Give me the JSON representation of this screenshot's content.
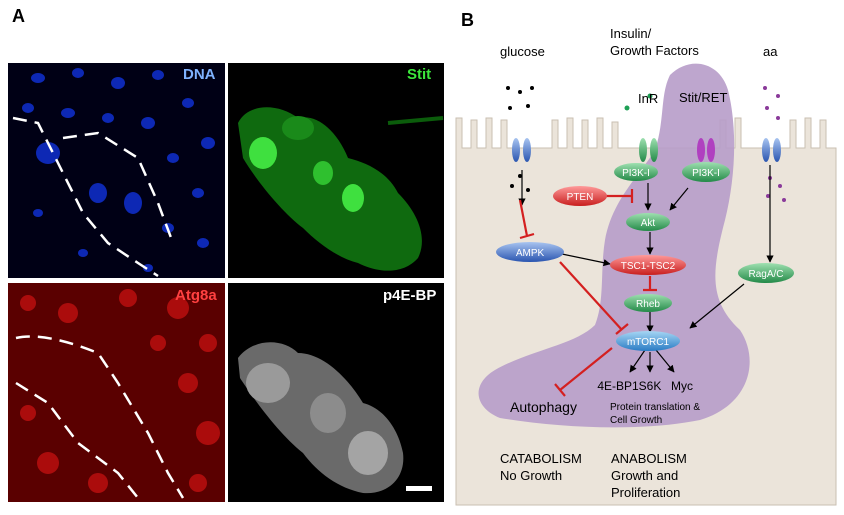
{
  "panels": {
    "a_letter": "A",
    "b_letter": "B"
  },
  "micrographs": [
    {
      "channel": "DNA",
      "label_color": "#7fb2ff"
    },
    {
      "channel": "Stit",
      "label_color": "#3ce63c"
    },
    {
      "channel": "Atg8a",
      "label_color": "#ff4040"
    },
    {
      "channel": "p4E-BP",
      "label_color": "#ffffff"
    }
  ],
  "diagram": {
    "inputs": {
      "glucose": "glucose",
      "insulin_line1": "Insulin/",
      "insulin_line2": "Growth Factors",
      "aa": "aa"
    },
    "receptors": {
      "inr": "InR",
      "stit_ret": "Stit/RET"
    },
    "nodes": {
      "pi3k_left": "PI3K-I",
      "pi3k_right": "PI3K-I",
      "pten": "PTEN",
      "akt": "Akt",
      "ampk": "AMPK",
      "tsc": "TSC1-TSC2",
      "rheb": "Rheb",
      "mtorc1": "mTORC1",
      "raga": "RagA/C",
      "fourebp": "4E-BP1",
      "s6k": "S6K",
      "myc": "Myc",
      "autophagy": "Autophagy"
    },
    "notes": {
      "protein_line1": "Protein translation &",
      "protein_line2": "Cell Growth"
    },
    "footer": {
      "catabolism_line1": "CATABOLISM",
      "catabolism_line2": "No Growth",
      "anabolism_line1": "ANABOLISM",
      "anabolism_line2": "Growth and",
      "anabolism_line3": "Proliferation"
    },
    "colors": {
      "cell": "#ebe4da",
      "purple_region": "#b79cc9",
      "arrow_inhibit": "#d42020",
      "node_green": "#2e9a55",
      "node_red": "#d83030",
      "node_blue": "#2f5fc0",
      "node_mtorc": "#3b8fd0"
    }
  }
}
